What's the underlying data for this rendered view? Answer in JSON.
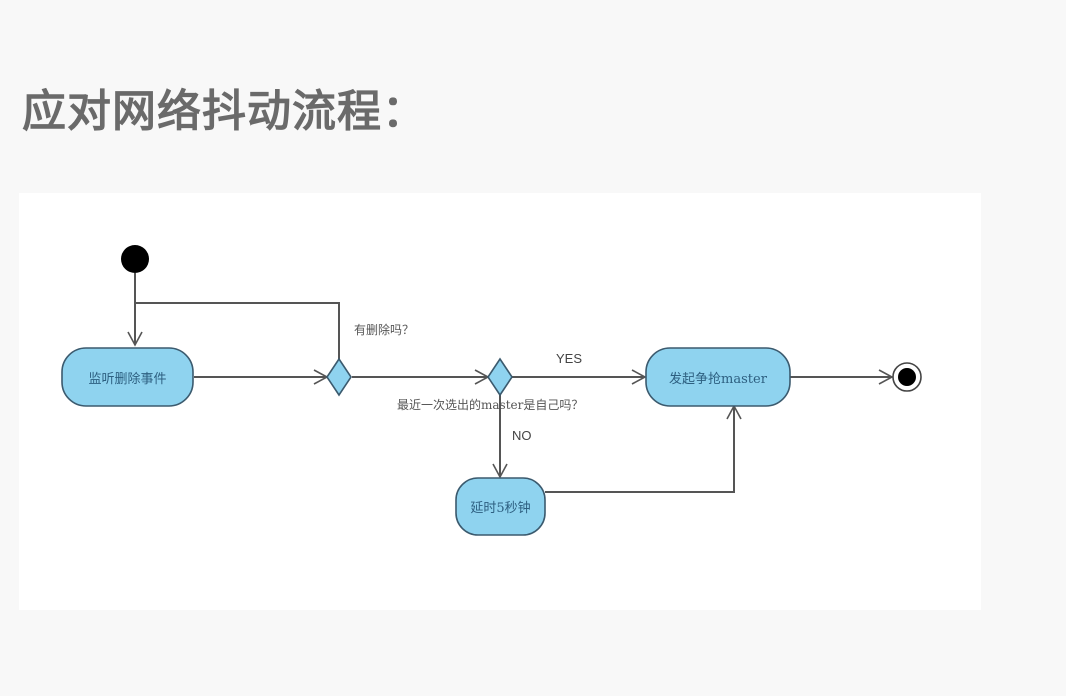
{
  "page": {
    "title": "应对网络抖动流程："
  },
  "diagram": {
    "type": "uml-activity",
    "colors": {
      "action_fill": "#8fd3ef",
      "action_stroke": "#3b5a6e",
      "line": "#555555",
      "label_text": "#2d5f80",
      "title_text": "#6a6a6a"
    },
    "nodes": {
      "start": {
        "kind": "initial"
      },
      "watch": {
        "kind": "action",
        "label": "监听删除事件"
      },
      "decision_delete": {
        "kind": "decision",
        "label": "有删除吗？"
      },
      "decision_master": {
        "kind": "decision",
        "label": "最近一次选出的master是自己吗？"
      },
      "compete": {
        "kind": "action",
        "label": "发起争抢master"
      },
      "delay": {
        "kind": "action",
        "label": "延时5秒钟"
      },
      "end": {
        "kind": "final"
      }
    },
    "edges": [
      {
        "from": "start",
        "to": "watch",
        "label": ""
      },
      {
        "from": "watch",
        "to": "decision_delete",
        "label": ""
      },
      {
        "from": "decision_delete",
        "to": "start-loop",
        "label": ""
      },
      {
        "from": "decision_delete",
        "to": "decision_master",
        "label": ""
      },
      {
        "from": "decision_master",
        "to": "compete",
        "label": "YES"
      },
      {
        "from": "decision_master",
        "to": "delay",
        "label": "NO"
      },
      {
        "from": "delay",
        "to": "compete",
        "label": ""
      },
      {
        "from": "compete",
        "to": "end",
        "label": ""
      }
    ]
  }
}
